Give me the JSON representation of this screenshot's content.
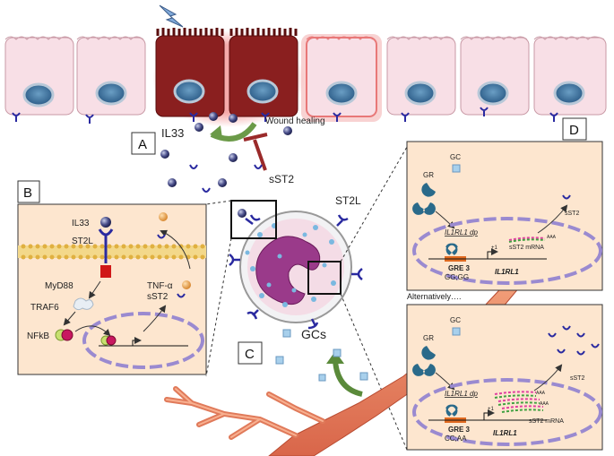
{
  "panels": {
    "a": "A",
    "b": "B",
    "c": "C",
    "d": "D"
  },
  "top": {
    "il33": "IL33",
    "wound": "Wound healing",
    "sst2": "sST2"
  },
  "mast": {
    "st2l": "ST2L"
  },
  "b": {
    "il33": "IL33",
    "st2l": "ST2L",
    "myd88": "MyD88",
    "traf6": "TRAF6",
    "nfkb": "NFkB",
    "tnf": "TNF-α",
    "sst2": "sST2"
  },
  "c": {
    "gcs": "GCs"
  },
  "d1": {
    "gc": "GC",
    "gr": "GR",
    "dp": "IL1RL1 dp",
    "gre": "GRE 3",
    "geno": "GG;GG",
    "mrna": "sST2 mRNA",
    "gene": "IL1RL1",
    "sst2": "sST2",
    "tss": "+1"
  },
  "alt": "Alternatively….",
  "d2": {
    "gc": "GC",
    "gr": "GR",
    "dp": "IL1RL1 dp",
    "gre": "GRE 3",
    "geno": "CC;AA",
    "mrna": "sST2 mRNA",
    "gene": "IL1RL1",
    "sst2": "sST2",
    "tss": "+1"
  }
}
